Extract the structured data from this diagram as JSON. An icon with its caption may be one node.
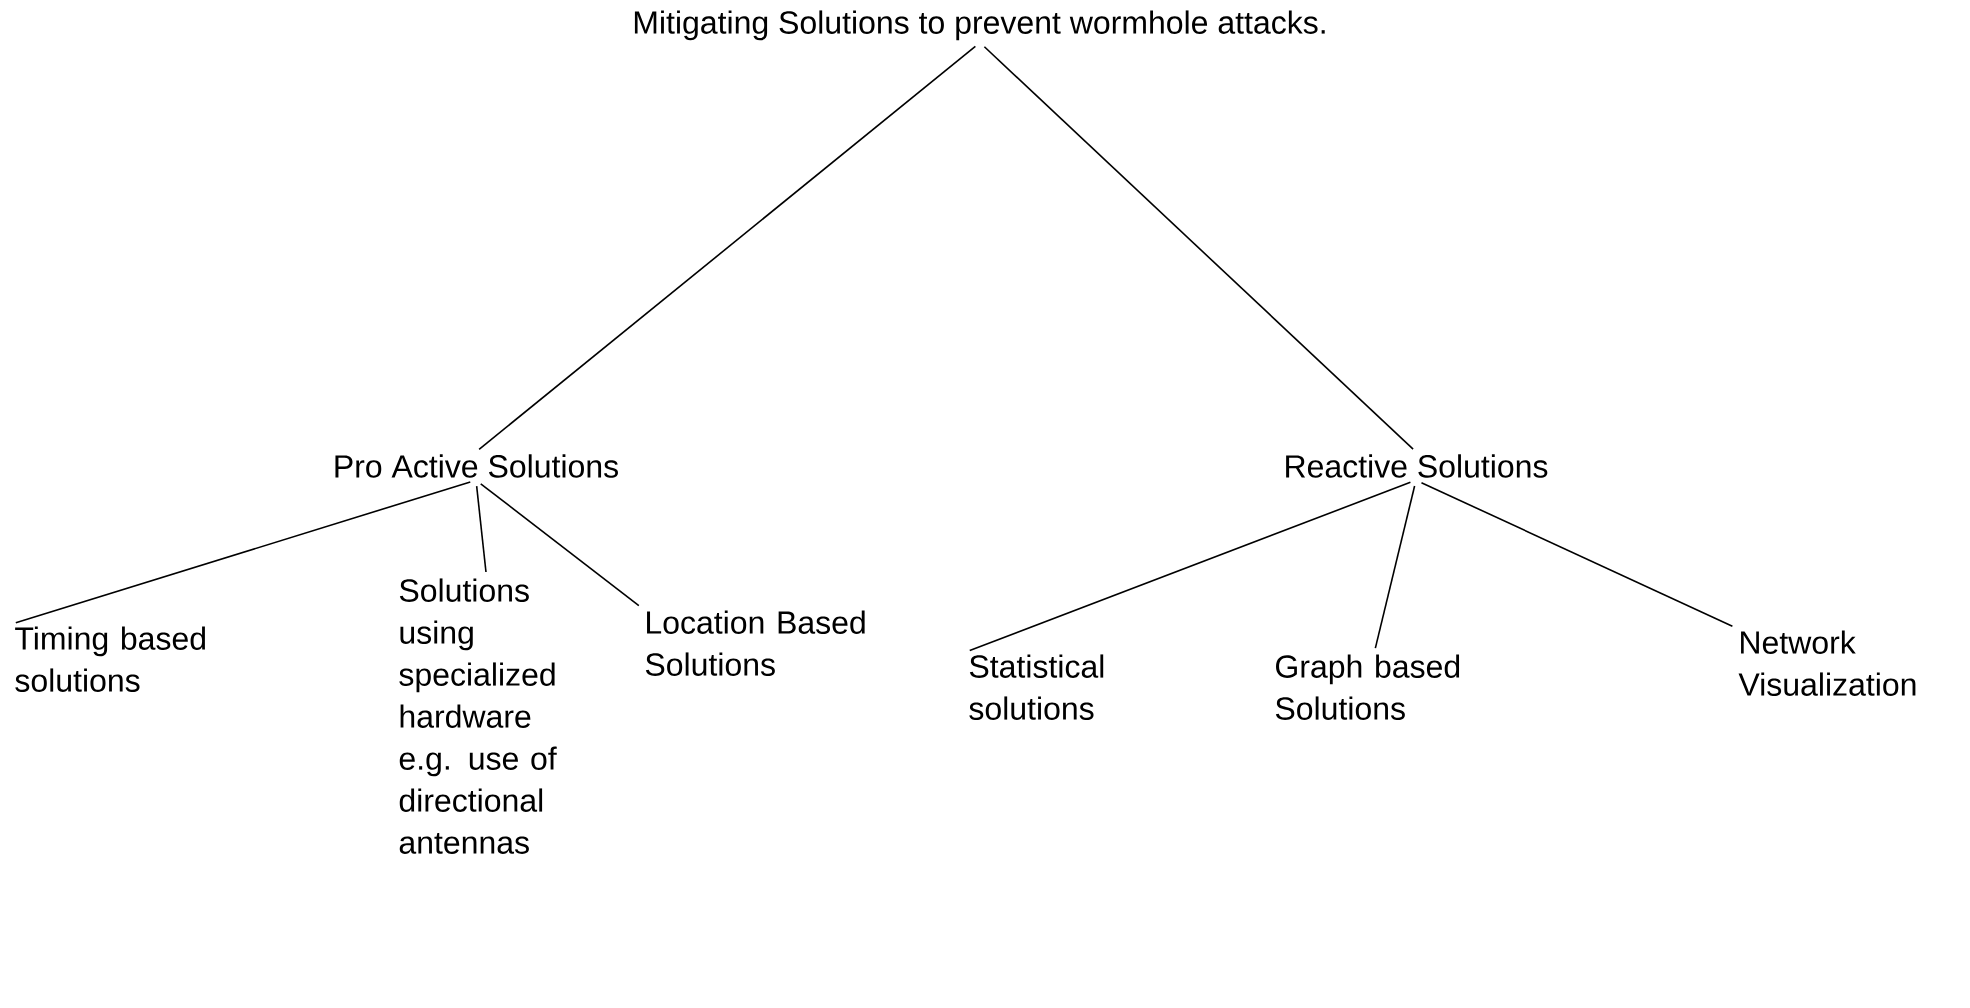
{
  "diagram": {
    "nodes": [
      {
        "text": [
          "Mitigating Solutions to prevent wormhole attacks."
        ]
      },
      {
        "text": [
          "Pro Active Solutions"
        ]
      },
      {
        "text": [
          "Reactive Solutions"
        ]
      },
      {
        "text": [
          "Timing based solutions"
        ]
      },
      {
        "text": [
          "Solutions using specialized hardware e.g. use of directional antennas"
        ]
      },
      {
        "text": [
          "Location Based Solutions"
        ]
      },
      {
        "text": [
          "Statistical solutions"
        ]
      },
      {
        "text": [
          "Graph based Solutions"
        ]
      },
      {
        "text": [
          "Network Visualization"
        ]
      }
    ],
    "edges": [
      {
        "from": 0,
        "to": 1,
        "arrow": "none"
      },
      {
        "from": 0,
        "to": 2,
        "arrow": "none"
      },
      {
        "from": 1,
        "to": 3,
        "arrow": "none"
      },
      {
        "from": 1,
        "to": 4,
        "arrow": "none"
      },
      {
        "from": 1,
        "to": 5,
        "arrow": "none"
      },
      {
        "from": 2,
        "to": 6,
        "arrow": "none"
      },
      {
        "from": 2,
        "to": 7,
        "arrow": "none"
      },
      {
        "from": 2,
        "to": 8,
        "arrow": "none"
      }
    ]
  }
}
